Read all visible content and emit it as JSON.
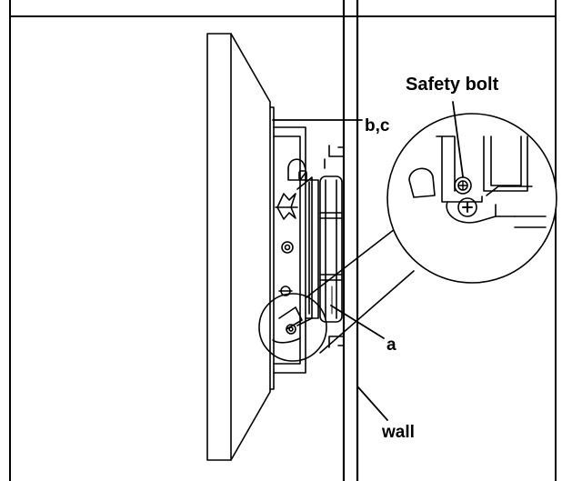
{
  "labels": {
    "safety_bolt": "Safety bolt",
    "bc": "b,c",
    "a": "a",
    "wall": "wall"
  },
  "colors": {
    "line": "#000000",
    "background": "#ffffff"
  }
}
